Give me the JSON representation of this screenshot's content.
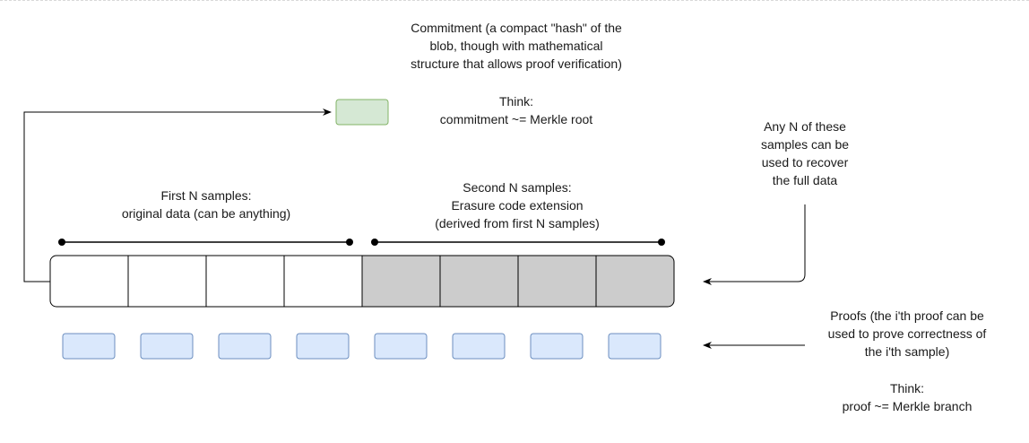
{
  "commitment_text": {
    "lines": [
      "Commitment (a compact \"hash\" of the",
      "blob, though with mathematical",
      "structure that allows proof verification)"
    ]
  },
  "commitment_think": {
    "lines": [
      "Think:",
      "commitment ~= Merkle root"
    ]
  },
  "recover_text": {
    "lines": [
      "Any N of these",
      "samples can be",
      "used to recover",
      "the full data"
    ]
  },
  "first_samples": {
    "lines": [
      "First N samples:",
      "original data (can be anything)"
    ]
  },
  "second_samples": {
    "lines": [
      "Second N samples:",
      "Erasure code extension",
      "(derived from first N samples)"
    ]
  },
  "proofs_text": {
    "lines": [
      "Proofs (the i'th proof can be",
      "used to prove correctness of",
      "the i'th sample)"
    ]
  },
  "proof_think": {
    "lines": [
      "Think:",
      "proof  ~= Merkle branch"
    ]
  },
  "colors": {
    "commitment_fill": "#d5e8d4",
    "commitment_stroke": "#82b366",
    "proof_fill": "#dae8fc",
    "proof_stroke": "#6c8ebf",
    "original_fill": "#ffffff",
    "extension_fill": "#cccccc",
    "stroke": "#000000"
  },
  "cells": {
    "original_count": 4,
    "extension_count": 4
  },
  "proofs": {
    "count": 8
  }
}
